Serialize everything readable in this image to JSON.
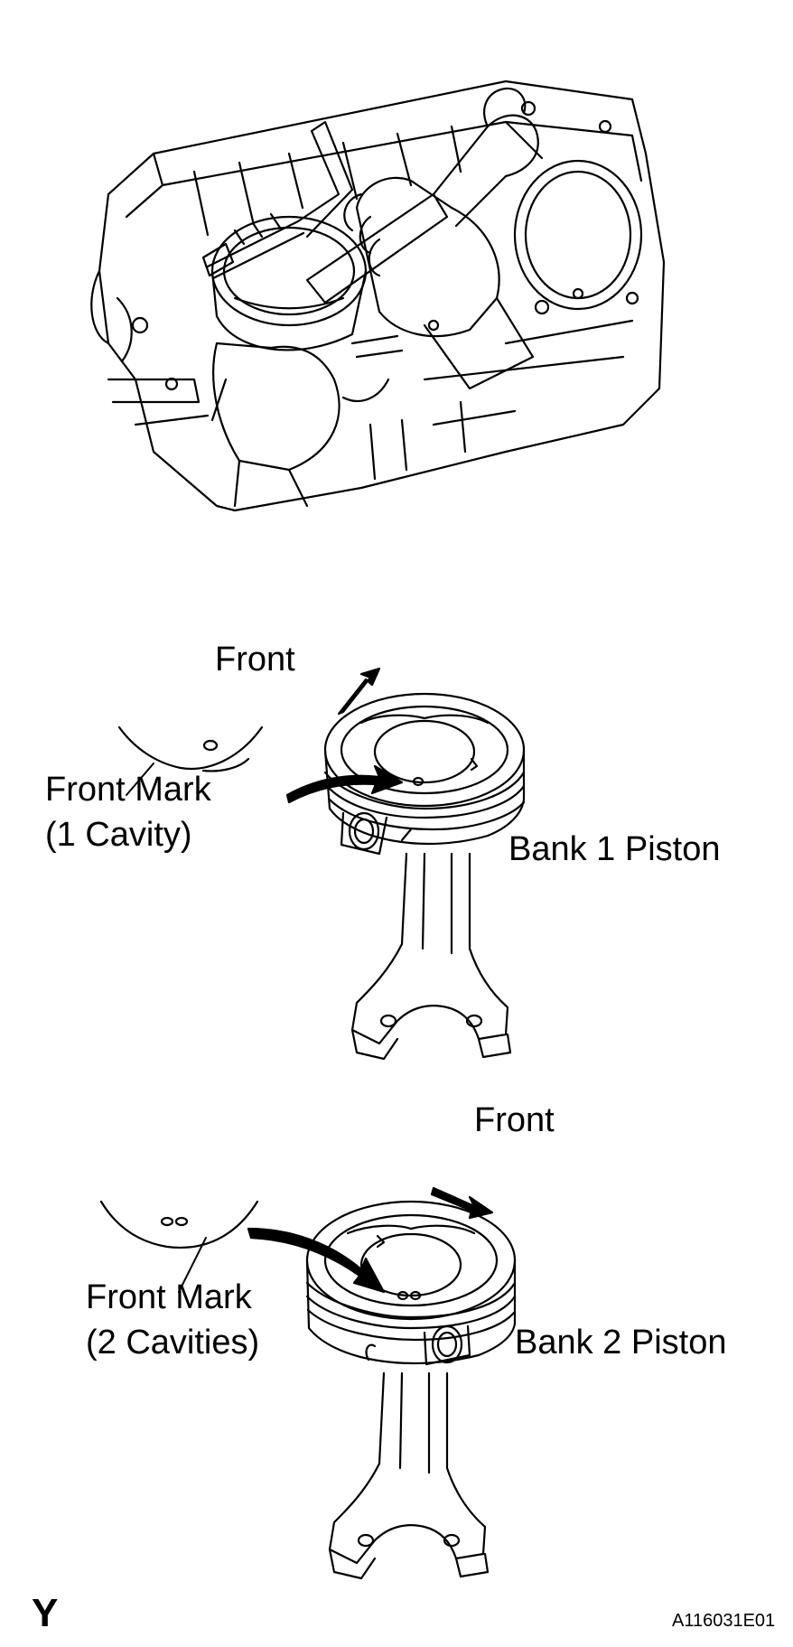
{
  "labels": {
    "front_top": "Front",
    "front_mark_1_line1": "Front Mark",
    "front_mark_1_line2": "(1 Cavity)",
    "bank1": "Bank 1 Piston",
    "front_bottom": "Front",
    "front_mark_2_line1": "Front Mark",
    "front_mark_2_line2": "(2 Cavities)",
    "bank2": "Bank 2 Piston",
    "corner_letter": "Y",
    "figure_code": "A116031E01"
  }
}
